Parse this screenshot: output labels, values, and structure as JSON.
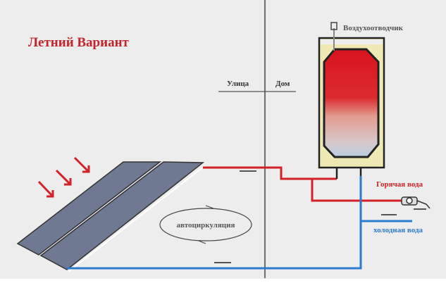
{
  "title": "Летний Вариант",
  "labels": {
    "street": "Улица",
    "house": "Дом",
    "air_vent": "Воздухоотводчик",
    "hot_water": "Горячая вода",
    "cold_water": "холодная вода",
    "circulation": "автоциркуляция"
  },
  "colors": {
    "hot": "#d42027",
    "cold": "#2a7bd1",
    "panel": "#6f7a92",
    "background": "#ededed"
  }
}
